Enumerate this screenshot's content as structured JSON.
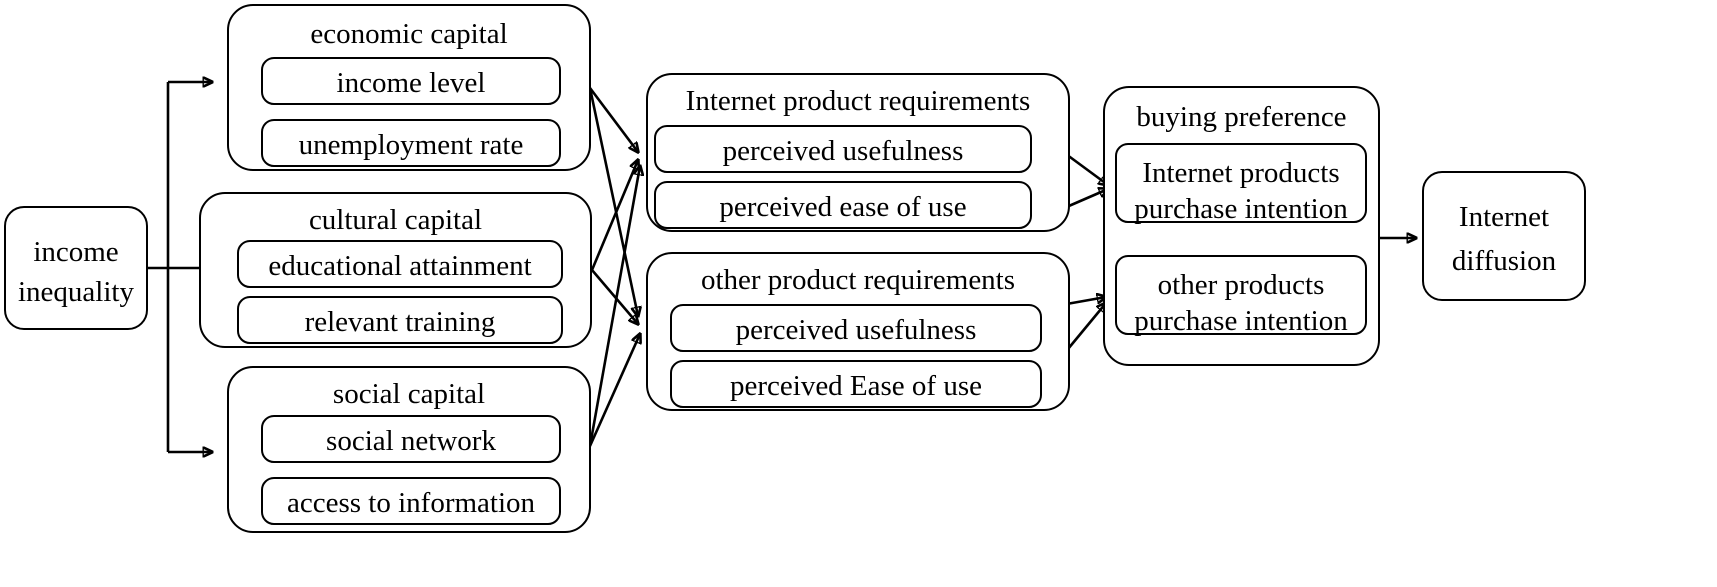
{
  "diagram": {
    "title": "income inequality to Internet diffusion conceptual model",
    "stroke_color": "#000000",
    "background_color": "#ffffff"
  },
  "nodes": {
    "income_inequality": {
      "line1": "income",
      "line2": "inequality"
    },
    "economic_capital": {
      "title": "economic capital",
      "items": [
        "income level",
        "unemployment rate"
      ]
    },
    "cultural_capital": {
      "title": "cultural capital",
      "items": [
        "educational attainment",
        "relevant training"
      ]
    },
    "social_capital": {
      "title": "social capital",
      "items": [
        "social network",
        "access to information"
      ]
    },
    "internet_product_requirements": {
      "title": "Internet product requirements",
      "items": [
        "perceived usefulness",
        "perceived ease of use"
      ]
    },
    "other_product_requirements": {
      "title": "other product requirements",
      "items": [
        "perceived usefulness",
        "perceived Ease of use"
      ]
    },
    "buying_preference": {
      "title": "buying preference",
      "items": [
        {
          "line1": "Internet products",
          "line2": "purchase intention"
        },
        {
          "line1": "other products",
          "line2": "purchase intention"
        }
      ]
    },
    "internet_diffusion": {
      "line1": "Internet",
      "line2": "diffusion"
    }
  },
  "edges": [
    {
      "from": "income_inequality",
      "to": "economic_capital"
    },
    {
      "from": "income_inequality",
      "to": "cultural_capital"
    },
    {
      "from": "income_inequality",
      "to": "social_capital"
    },
    {
      "from": "economic_capital",
      "to": "internet_product_requirements"
    },
    {
      "from": "economic_capital",
      "to": "other_product_requirements"
    },
    {
      "from": "cultural_capital",
      "to": "internet_product_requirements"
    },
    {
      "from": "cultural_capital",
      "to": "other_product_requirements"
    },
    {
      "from": "social_capital",
      "to": "internet_product_requirements"
    },
    {
      "from": "social_capital",
      "to": "other_product_requirements"
    },
    {
      "from": "internet_product_requirements.perceived_usefulness",
      "to": "buying_preference.internet_products_purchase_intention"
    },
    {
      "from": "internet_product_requirements.perceived_ease_of_use",
      "to": "buying_preference.internet_products_purchase_intention"
    },
    {
      "from": "other_product_requirements.perceived_usefulness",
      "to": "buying_preference.other_products_purchase_intention"
    },
    {
      "from": "other_product_requirements.perceived_ease_of_use",
      "to": "buying_preference.other_products_purchase_intention"
    },
    {
      "from": "buying_preference",
      "to": "internet_diffusion"
    }
  ]
}
